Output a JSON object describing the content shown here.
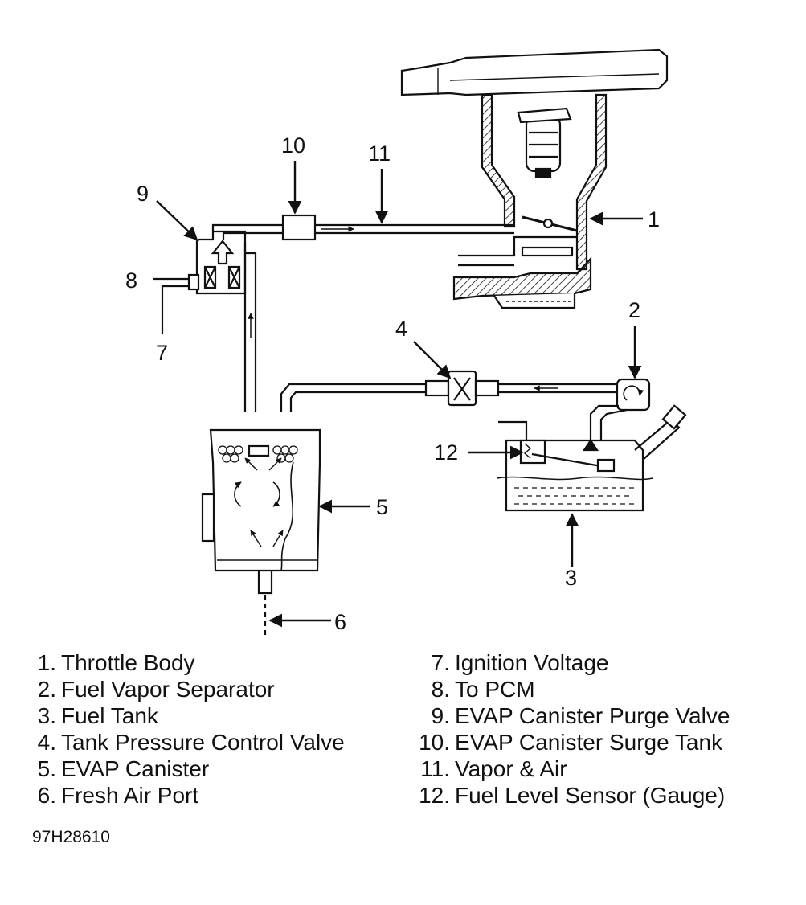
{
  "callouts": {
    "c1": "1",
    "c2": "2",
    "c3": "3",
    "c4": "4",
    "c5": "5",
    "c6": "6",
    "c7": "7",
    "c8": "8",
    "c9": "9",
    "c10": "10",
    "c11": "11",
    "c12": "12"
  },
  "legend": {
    "left": [
      {
        "num": "1.",
        "label": "Throttle Body"
      },
      {
        "num": "2.",
        "label": "Fuel Vapor Separator"
      },
      {
        "num": "3.",
        "label": "Fuel Tank"
      },
      {
        "num": "4.",
        "label": "Tank Pressure Control Valve"
      },
      {
        "num": "5.",
        "label": "EVAP Canister"
      },
      {
        "num": "6.",
        "label": "Fresh Air Port"
      }
    ],
    "right": [
      {
        "num": "7.",
        "label": "Ignition Voltage"
      },
      {
        "num": "8.",
        "label": "To PCM"
      },
      {
        "num": "9.",
        "label": "EVAP Canister Purge Valve"
      },
      {
        "num": "10.",
        "label": "EVAP Canister Surge Tank"
      },
      {
        "num": "11.",
        "label": "Vapor & Air"
      },
      {
        "num": "12.",
        "label": "Fuel Level Sensor (Gauge)"
      }
    ]
  },
  "figure_id": "97H28610",
  "colors": {
    "ink": "#111111",
    "paper": "#ffffff"
  }
}
